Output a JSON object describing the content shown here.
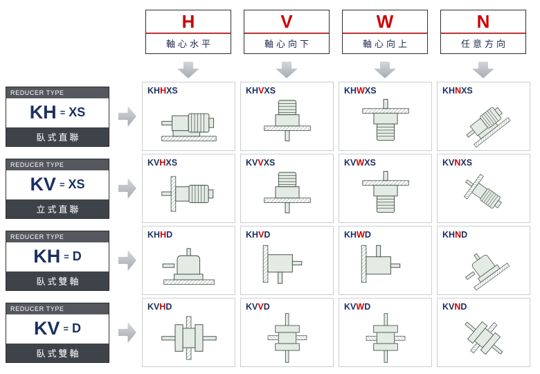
{
  "palette": {
    "accent_red": "#cc0000",
    "navy": "#1b2f63",
    "band_gray": "#54585e",
    "band_dark": "#3e434a",
    "arrow_gray": "#b9bdc2",
    "cell_border": "#c9cdd1",
    "drawing_fill": "#e4ebe4",
    "drawing_stroke": "#4d5b53"
  },
  "columns": [
    {
      "letter": "H",
      "subtitle": "軸心水平"
    },
    {
      "letter": "V",
      "subtitle": "軸心向下"
    },
    {
      "letter": "W",
      "subtitle": "軸心向上"
    },
    {
      "letter": "N",
      "subtitle": "任意方向"
    }
  ],
  "rows": [
    {
      "type_label": "REDUCER TYPE",
      "code": "KH",
      "equals": "=",
      "variant": "XS",
      "subtitle": "臥式直聯"
    },
    {
      "type_label": "REDUCER TYPE",
      "code": "KV",
      "equals": "=",
      "variant": "XS",
      "subtitle": "立式直聯"
    },
    {
      "type_label": "REDUCER TYPE",
      "code": "KH",
      "equals": "=",
      "variant": "D",
      "subtitle": "臥式雙軸"
    },
    {
      "type_label": "REDUCER TYPE",
      "code": "KV",
      "equals": "=",
      "variant": "D",
      "subtitle": "臥式雙軸"
    }
  ],
  "cells": [
    [
      {
        "prefix": "KH",
        "orient": "H",
        "suffix": "XS",
        "drawing": "horizontal-foot-mounted-gearmotor"
      },
      {
        "prefix": "KH",
        "orient": "V",
        "suffix": "XS",
        "drawing": "vertical-gearmotor-shaft-down"
      },
      {
        "prefix": "KH",
        "orient": "W",
        "suffix": "XS",
        "drawing": "vertical-gearmotor-shaft-up"
      },
      {
        "prefix": "KH",
        "orient": "N",
        "suffix": "XS",
        "drawing": "inclined-gearmotor"
      }
    ],
    [
      {
        "prefix": "KV",
        "orient": "H",
        "suffix": "XS",
        "drawing": "flange-mounted-gearmotor-horizontal"
      },
      {
        "prefix": "KV",
        "orient": "V",
        "suffix": "XS",
        "drawing": "vertical-gearmotor-shaft-down"
      },
      {
        "prefix": "KV",
        "orient": "W",
        "suffix": "XS",
        "drawing": "vertical-gearmotor-shaft-up"
      },
      {
        "prefix": "KV",
        "orient": "N",
        "suffix": "XS",
        "drawing": "inclined-gearmotor"
      }
    ],
    [
      {
        "prefix": "KH",
        "orient": "H",
        "suffix": "D",
        "drawing": "foot-mounted-double-shaft-reducer"
      },
      {
        "prefix": "KH",
        "orient": "V",
        "suffix": "D",
        "drawing": "wall-mounted-reducer-shaft-down"
      },
      {
        "prefix": "KH",
        "orient": "W",
        "suffix": "D",
        "drawing": "wall-mounted-reducer-shaft-up"
      },
      {
        "prefix": "KH",
        "orient": "N",
        "suffix": "D",
        "drawing": "inclined-double-shaft-reducer"
      }
    ],
    [
      {
        "prefix": "KV",
        "orient": "H",
        "suffix": "D",
        "drawing": "plate-mounted-double-shaft-horizontal"
      },
      {
        "prefix": "KV",
        "orient": "V",
        "suffix": "D",
        "drawing": "plate-mounted-double-shaft-down"
      },
      {
        "prefix": "KV",
        "orient": "W",
        "suffix": "D",
        "drawing": "plate-mounted-double-shaft-up"
      },
      {
        "prefix": "KV",
        "orient": "N",
        "suffix": "D",
        "drawing": "inclined-double-shaft-reducer"
      }
    ]
  ]
}
